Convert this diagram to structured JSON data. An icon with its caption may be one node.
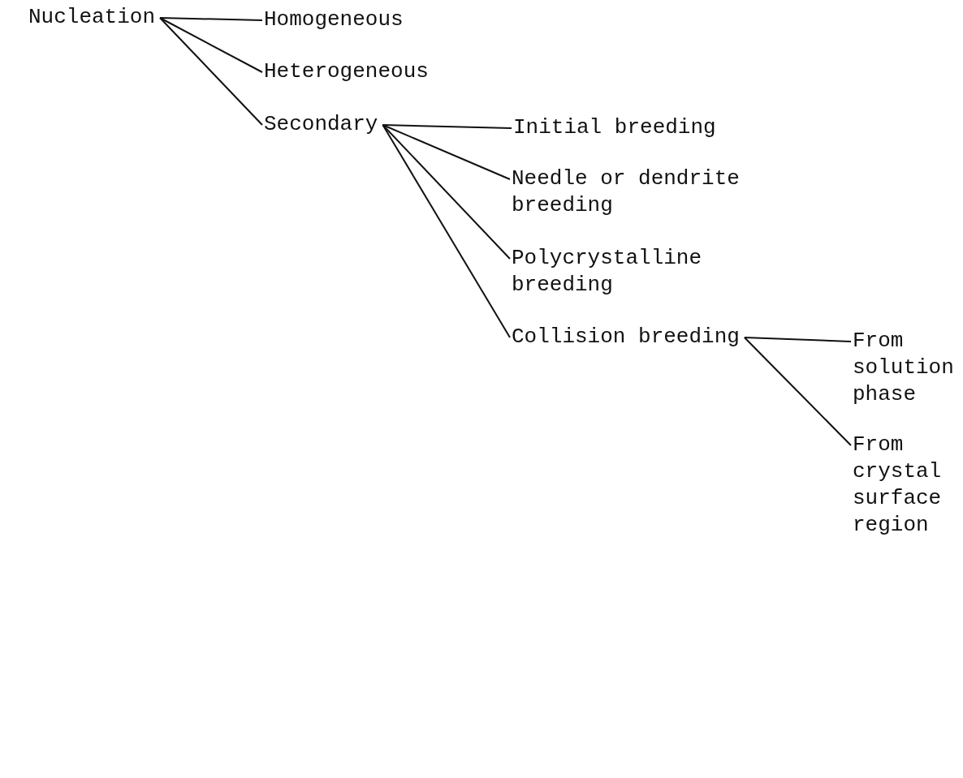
{
  "diagram": {
    "nodes": [
      {
        "text": [
          "Nucleation"
        ]
      },
      {
        "text": [
          "Homogeneous"
        ]
      },
      {
        "text": [
          "Heterogeneous"
        ]
      },
      {
        "text": [
          "Secondary"
        ]
      },
      {
        "text": [
          "Initial breeding"
        ]
      },
      {
        "text": [
          "Needle or dendrite breeding"
        ]
      },
      {
        "text": [
          "Polycrystalline breeding"
        ]
      },
      {
        "text": [
          "Collision breeding"
        ]
      },
      {
        "text": [
          "From solution phase"
        ]
      },
      {
        "text": [
          "From crystal surface region"
        ]
      }
    ],
    "edges": [
      {
        "from": 0,
        "to": 1,
        "arrow": "none"
      },
      {
        "from": 0,
        "to": 2,
        "arrow": "none"
      },
      {
        "from": 0,
        "to": 3,
        "arrow": "none"
      },
      {
        "from": 3,
        "to": 4,
        "arrow": "none"
      },
      {
        "from": 3,
        "to": 5,
        "arrow": "none"
      },
      {
        "from": 3,
        "to": 6,
        "arrow": "none"
      },
      {
        "from": 3,
        "to": 7,
        "arrow": "none"
      },
      {
        "from": 7,
        "to": 8,
        "arrow": "none"
      },
      {
        "from": 7,
        "to": 9,
        "arrow": "none"
      }
    ]
  }
}
